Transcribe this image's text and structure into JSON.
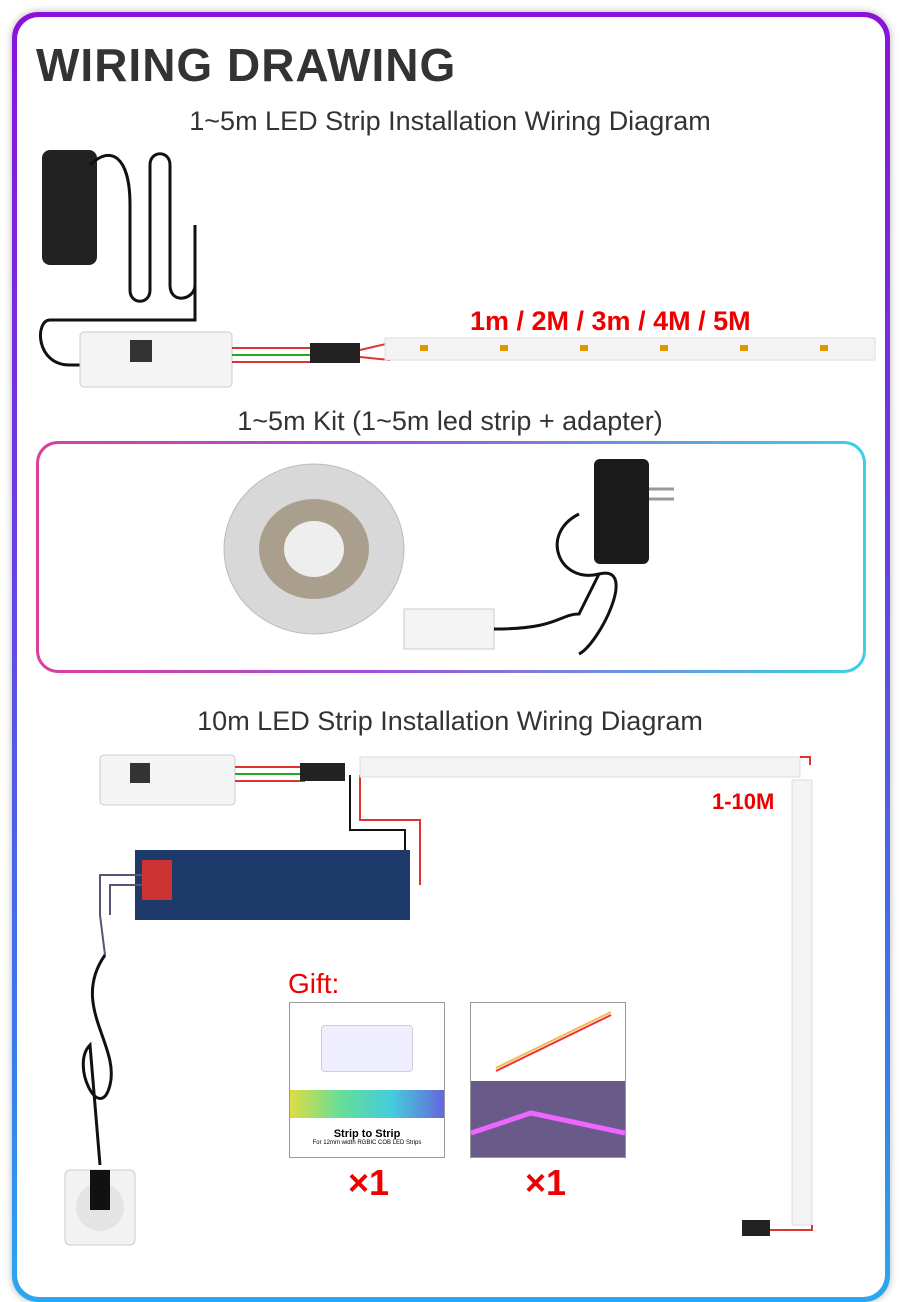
{
  "title": "WIRING DRAWING",
  "section1": {
    "heading": "1~5m LED Strip Installation Wiring Diagram",
    "length_label": "1m / 2M / 3m / 4M / 5M"
  },
  "kit": {
    "heading": "1~5m Kit (1~5m led strip + adapter)"
  },
  "section2": {
    "heading": "10m LED Strip Installation Wiring Diagram",
    "length_label": "1-10M"
  },
  "gift": {
    "label": "Gift:",
    "items": [
      {
        "title": "Strip to Strip",
        "caption": "For 12mm width RGBIC COB LED Strips",
        "qty": "×1"
      },
      {
        "qty": "×1"
      }
    ]
  },
  "colors": {
    "frame_top": "#8a12d8",
    "frame_bottom": "#2aa8ef",
    "accent_red": "#e00000",
    "text": "#333333"
  }
}
